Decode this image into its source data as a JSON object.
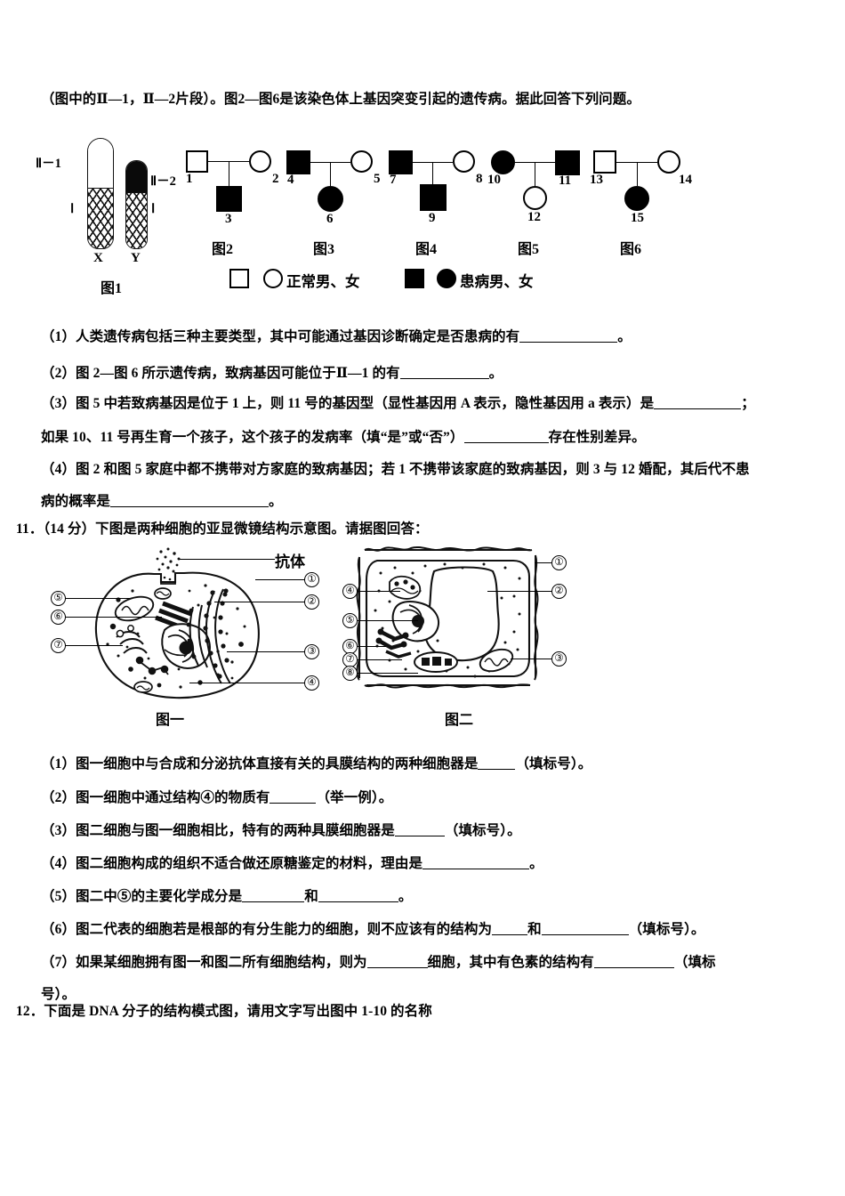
{
  "document": {
    "intro_line": "（图中的Ⅱ—1，Ⅱ—2片段）。图2—图6是该染色体上基因突变引起的遗传病。据此回答下列问题。"
  },
  "chromosome_figure": {
    "label_II_1": "Ⅱ－1",
    "label_II_2": "Ⅱ－2",
    "label_I_left": "Ⅰ",
    "label_I_right": "Ⅰ",
    "label_X": "X",
    "label_Y": "Y",
    "caption": "图1"
  },
  "pedigrees": [
    {
      "caption": "图2",
      "father": {
        "id": "1",
        "shape": "square",
        "affected": false
      },
      "mother": {
        "id": "2",
        "shape": "circle",
        "affected": false
      },
      "child": {
        "id": "3",
        "shape": "square",
        "affected": true
      }
    },
    {
      "caption": "图3",
      "father": {
        "id": "4",
        "shape": "square",
        "affected": true
      },
      "mother": {
        "id": "5",
        "shape": "circle",
        "affected": false
      },
      "child": {
        "id": "6",
        "shape": "circle",
        "affected": true
      }
    },
    {
      "caption": "图4",
      "father": {
        "id": "7",
        "shape": "square",
        "affected": true
      },
      "mother": {
        "id": "8",
        "shape": "circle",
        "affected": false
      },
      "child": {
        "id": "9",
        "shape": "square",
        "affected": true
      }
    },
    {
      "caption": "图5",
      "father": {
        "id": "11",
        "shape": "square",
        "affected": true
      },
      "mother": {
        "id": "10",
        "shape": "circle",
        "affected": true
      },
      "child": {
        "id": "12",
        "shape": "circle",
        "affected": false
      }
    },
    {
      "caption": "图6",
      "father": {
        "id": "13",
        "shape": "square",
        "affected": false
      },
      "mother": {
        "id": "14",
        "shape": "circle",
        "affected": false
      },
      "child": {
        "id": "15",
        "shape": "circle",
        "affected": true
      }
    }
  ],
  "legend": {
    "normal_text": "正常男、女",
    "affected_text": "患病男、女"
  },
  "question10_parts": {
    "q1": {
      "prefix": "（1）人类遗传病包括三种主要类型，其中可能通过基因诊断确定是否患病的有",
      "suffix": "。"
    },
    "q2": {
      "prefix": "（2）图 2—图 6 所示遗传病，致病基因可能位于Ⅱ—1 的有",
      "suffix": "。"
    },
    "q3_line1_a": "（3）图 5 中若致病基因是位于 1 上，则 11 号的基因型（显性基因用 A 表示，隐性基因用 a 表示）是",
    "q3_line1_b": "；",
    "q3_line2_a": "如果 10、11 号再生育一个孩子，这个孩子的发病率（填“是”或“否”）",
    "q3_line2_b": "存在性别差异。",
    "q4_line1": "（4）图 2 和图 5 家庭中都不携带对方家庭的致病基因；若 1 不携带该家庭的致病基因，则 3 与 12 婚配，其后代不患",
    "q4_line2_a": "病的概率是",
    "q4_line2_b": "。"
  },
  "question11": {
    "heading": "11．（14 分）下图是两种细胞的亚显微镜结构示意图。请据图回答：",
    "fig1_caption": "图一",
    "fig2_caption": "图二",
    "antibody_label": "抗体",
    "fig1_callouts": [
      "①",
      "②",
      "③",
      "④",
      "⑤",
      "⑥",
      "⑦"
    ],
    "fig2_callouts": [
      "①",
      "②",
      "③",
      "④",
      "⑤",
      "⑥",
      "⑦",
      "⑧"
    ],
    "parts": {
      "p1_a": "（1）图一细胞中与合成和分泌抗体直接有关的具膜结构的两种细胞器是",
      "p1_b": "（填标号）。",
      "p2_a": "（2）图一细胞中通过结构④的物质有",
      "p2_b": "（举一例）。",
      "p3_a": "（3）图二细胞与图一细胞相比，特有的两种具膜细胞器是",
      "p3_b": "（填标号）。",
      "p4_a": "（4）图二细胞构成的组织不适合做还原糖鉴定的材料，理由是",
      "p4_b": "。",
      "p5_a": "（5）图二中⑤的主要化学成分是",
      "p5_b": "和",
      "p5_c": "。",
      "p6_a": "（6）图二代表的细胞若是根部的有分生能力的细胞，则不应该有的结构为",
      "p6_b": "和",
      "p6_c": "（填标号）。",
      "p7_a": "（7）如果某细胞拥有图一和图二所有细胞结构，则为",
      "p7_b": "细胞，其中有色素的结构有",
      "p7_c": "（填标",
      "p7_d": "号）。"
    }
  },
  "question12": {
    "heading": "12．下面是 DNA 分子的结构模式图，请用文字写出图中 1-10 的名称"
  }
}
